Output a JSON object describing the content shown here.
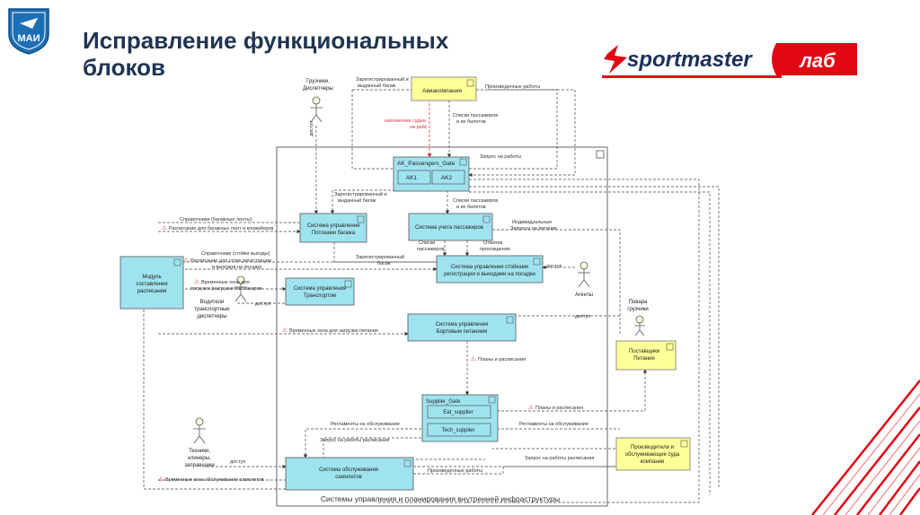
{
  "slide": {
    "title_line1": "Исправление функциональных",
    "title_line2": "блоков",
    "mai_logo_text": "МАИ",
    "brand_logo_text": "sportmaster",
    "brand_logo_right": "лаб"
  },
  "diagram": {
    "frame_title": "Системы управления  и планирования внутренней инфраструктуры",
    "components": {
      "airlines": "Авиакомпании",
      "gate": "AK_Passengers_Gate",
      "ak1": "AK1",
      "ak2": "AK2",
      "baggage_l1": "Система управления",
      "baggage_l2": "Потоками багажа",
      "passenger_accounting": "Система учета пассажиров",
      "checkin_l1": "Система управления стойками",
      "checkin_l2": "регистрации и выходами на посадки",
      "transport_l1": "Система управления",
      "transport_l2": "Транспортом",
      "catering_l1": "Система управления",
      "catering_l2": "Бортовым питанием",
      "schedule_l1": "Модуль",
      "schedule_l2": "составления",
      "schedule_l3": "расписания",
      "supplier_gate": "Supplier_Gate",
      "eat_supplier": "Eat_supplier",
      "tech_supplier": "Tech_supplier",
      "maintenance_l1": "Система обслуживания",
      "maintenance_l2": "самолетов",
      "food_suppliers_l1": "Поставщики",
      "food_suppliers_l2": "Питания",
      "manufacturers_l1": "Производители и",
      "manufacturers_l2": "обслуживающие  суда",
      "manufacturers_l3": "компании"
    },
    "actors": {
      "loaders_l1": "Грузчики,",
      "loaders_l2": "Диспетчеры",
      "drivers_l1": "Водители",
      "drivers_l2": "транспортные",
      "drivers_l3": "диспетчеры",
      "agents": "Агенты",
      "cooks_l1": "Повара",
      "cooks_l2": "грузчики",
      "techs_l1": "Техники,",
      "techs_l2": "клинеры,",
      "techs_l3": "заправщики"
    },
    "labels": {
      "access": "доступ",
      "registered_baggage_l1": "Зарегистрированный и",
      "registered_baggage_l2": "выданный багаж",
      "produced_works": "Произведенные работы",
      "flight_assignment_l1": "назначение судна",
      "flight_assignment_l2": "на рейс",
      "pax_lists_l1": "Списки пассажиров",
      "pax_lists_l2": "и их билетов",
      "work_request": "Запрос на работы",
      "reg_baggage2_l1": "Зарегистрированный и",
      "reg_baggage2_l2": "выданный багаж",
      "pax_lists2_l1": "Списки пассажиров",
      "pax_lists2_l2": "и их билетов",
      "belt_refs": "Справочники (багажные ленты)",
      "belt_schedule": "Расписание для  багажных лент и конвейеров",
      "individual_l1": "Индивидуальные",
      "individual_l2": "Запросы на питание",
      "pax_lists3_l1": "Списки",
      "pax_lists3_l2": "пассажиров",
      "boarding_marks_l1": "Отметки",
      "boarding_marks_l2": "прохождения",
      "desk_refs": "Справочники (стойки выходы)",
      "desk_schedule_l1": "Расписание для  стоек регистрации",
      "desk_schedule_l2": "и выходов на посадку",
      "reg_baggage3_l1": "Зарегистрированный",
      "reg_baggage3_l2": "багаж",
      "time_windows_l1": "Временные окна для",
      "time_windows_l2": "погрузки разгрузки  пассажиров",
      "food_windows": "Временные окна для загрузки питания",
      "plans": "Планы и расписания",
      "plans2": "Планы и расписания",
      "service_regs": "Регламенты на обслуживание",
      "service_regs2": "Регламенты на обслуживание",
      "work_schedule_request": "Запрос на работы расписания",
      "work_schedule_request2": "Запрос на работы расписания",
      "produced_works2": "Произведенные работы",
      "maintenance_windows": "Временные окна  обслуживания самолетов"
    }
  }
}
